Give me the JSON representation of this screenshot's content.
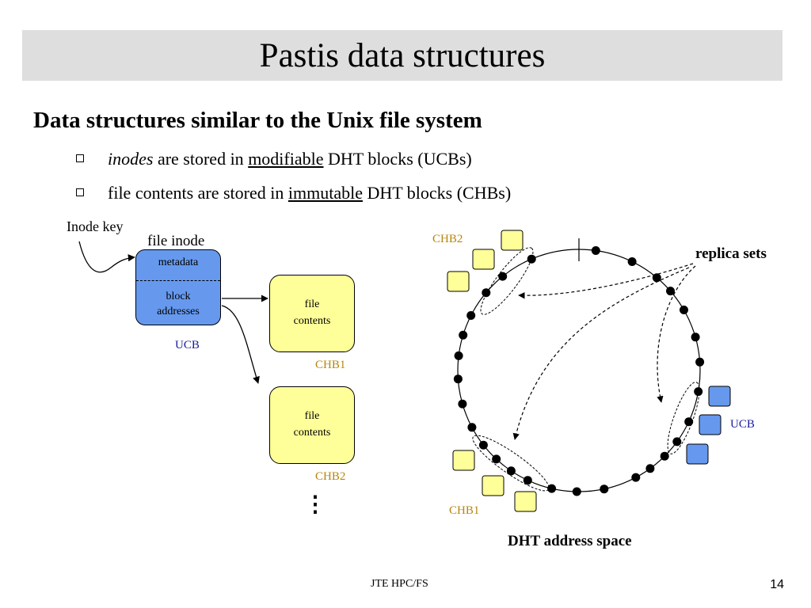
{
  "slide": {
    "title": "Pastis data structures",
    "heading": "Data structures similar to the Unix file system",
    "bullets": [
      {
        "italic_lead": "inodes",
        "pre": " are stored in ",
        "underline": "modifiable",
        "post": " DHT blocks (UCBs)"
      },
      {
        "pre": "file contents are stored in ",
        "underline": "immutable",
        "post": " DHT blocks (CHBs)"
      }
    ]
  },
  "left_diagram": {
    "inode_key_label": "Inode key",
    "file_inode_label": "file inode",
    "ucb_box": {
      "metadata": "metadata",
      "block_line1": "block",
      "block_line2": "addresses",
      "caption": "UCB"
    },
    "chb_boxes": [
      {
        "line1": "file",
        "line2": "contents",
        "caption": "CHB1"
      },
      {
        "line1": "file",
        "line2": "contents",
        "caption": "CHB2"
      }
    ],
    "ellipsis": "⋮"
  },
  "ring_diagram": {
    "replica_sets_label": "replica sets",
    "caption": "DHT address space",
    "chb2_label": "CHB2",
    "chb1_label": "CHB1",
    "ucb_label": "UCB"
  },
  "colors": {
    "ucb_fill": "#6699ee",
    "chb_fill": "#ffff99",
    "chb_label": "#b8860b",
    "ucb_label": "#1a1aa0",
    "title_bar": "#dedede"
  },
  "footer": {
    "center": "JTE HPC/FS",
    "page_number": "14"
  }
}
